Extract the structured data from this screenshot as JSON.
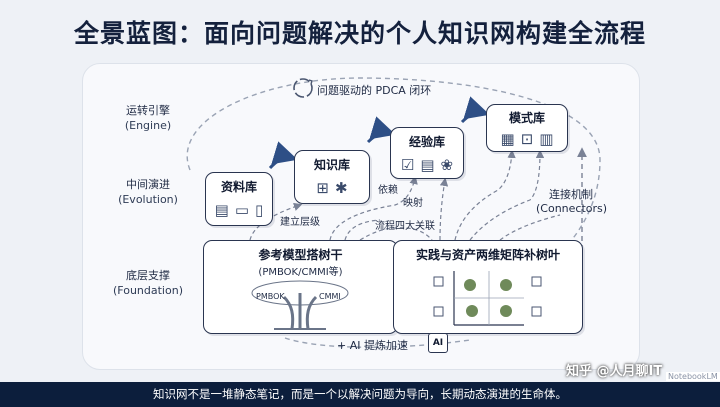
{
  "title": "全景蓝图：面向问题解决的个人知识网构建全流程",
  "layers": {
    "engine": {
      "zh": "运转引擎",
      "en": "(Engine)"
    },
    "evolution": {
      "zh": "中间演进",
      "en": "(Evolution)"
    },
    "foundation": {
      "zh": "底层支撑",
      "en": "(Foundation)"
    }
  },
  "cycle_label": "问题驱动的 PDCA 闭环",
  "boxes": {
    "materials": "资料库",
    "knowledge": "知识库",
    "experience": "经验库",
    "patterns": "模式库",
    "model_title": "参考模型搭树干",
    "model_sub": "(PMBOK/CMMI等)",
    "tree_left": "PMBOK",
    "tree_right": "CMMI",
    "practice": "实践与资产两维矩阵补树叶"
  },
  "connectors": {
    "title": "连接机制",
    "en": "(Connectors)"
  },
  "links": {
    "build": "建立层级",
    "depend": "依赖",
    "map": "映射",
    "flow": "流程四大关联"
  },
  "ai_label": "+ AI 提炼加速",
  "ai_chip": "AI",
  "caption": "知识网不是一堆静态笔记，而是一个以解决问题为导向，长期动态演进的生命体。",
  "watermark": "知乎 @人月聊IT",
  "brand": "NotebookLM"
}
